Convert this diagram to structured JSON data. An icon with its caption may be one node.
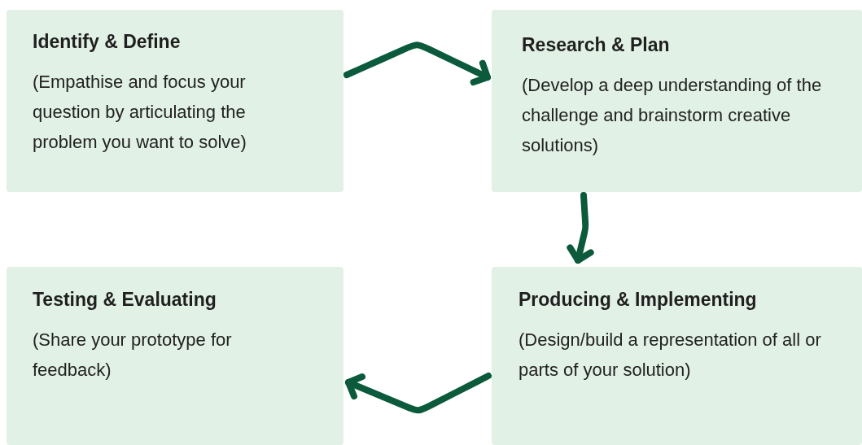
{
  "diagram": {
    "nodes": [
      {
        "text": [
          "Identify & Define",
          "(Empathise and focus your question by articulating the problem you want to solve)"
        ]
      },
      {
        "text": [
          "Research & Plan",
          "(Develop a deep understanding of the challenge and brainstorm creative solutions)"
        ]
      },
      {
        "text": [
          "Producing & Implementing",
          "(Design/build a representation of all or parts of your solution)"
        ]
      },
      {
        "text": [
          "Testing & Evaluating",
          "(Share your prototype for feedback)"
        ]
      }
    ],
    "edges": [
      {
        "from": 0,
        "to": 1,
        "arrow": "to"
      },
      {
        "from": 1,
        "to": 2,
        "arrow": "to"
      },
      {
        "from": 2,
        "to": 3,
        "arrow": "to"
      }
    ]
  }
}
